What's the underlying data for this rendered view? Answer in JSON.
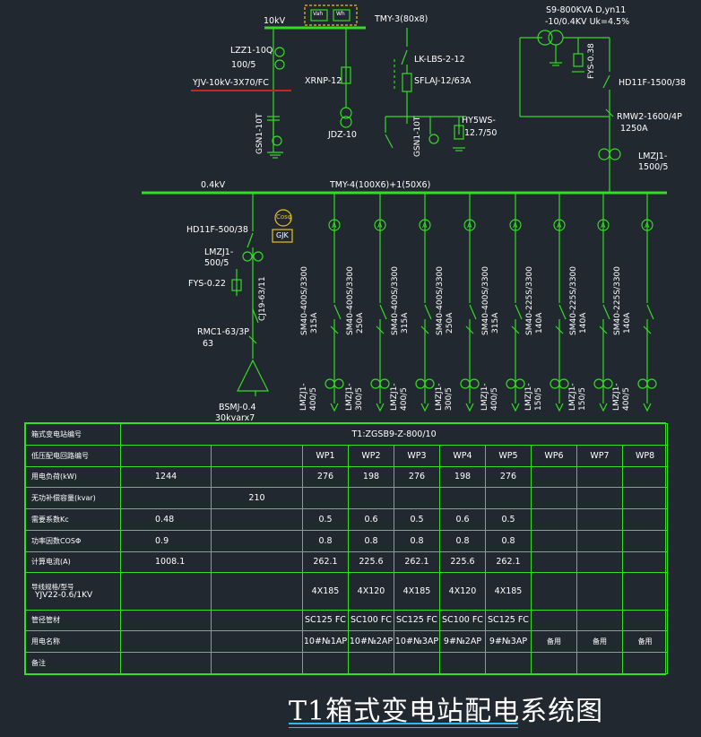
{
  "diagram": {
    "hv_bus": "10kV",
    "hv_bus_bar": "TMY-3(80x8)",
    "cable_in": "YJV-10kV-3X70/FC",
    "ct_in": "LZZ1-10Q",
    "ct_in_ratio": "100/5",
    "fuse_pt": "XRNP-12",
    "pt": "JDZ-10",
    "indicator_l": "GSN1-10T",
    "indicator_r": "GSN1-10T",
    "lbs": "LK-LBS-2-12",
    "hv_fuse": "SFLAJ-12/63A",
    "arrester": "HY5WS-",
    "arrester_rating": "12.7/50",
    "meter_a": "Vah",
    "meter_b": "Wh",
    "transformer": "S9-800KVA D,yn11",
    "transformer_ratio": "-10/0.4KV Uk=4.5%",
    "fys_tr": "FYS-0.38",
    "lv_switch": "HD11F-1500/38",
    "main_breaker": "RMW2-1600/4P",
    "main_breaker_rating": "1250A",
    "main_ct": "LMZJ1-",
    "main_ct_ratio": "1500/5",
    "lv_bus": "0.4kV",
    "lv_bus_bar": "TMY-4(100X6)+1(50X6)",
    "cap_switch": "HD11F-500/38",
    "cap_ct": "LMZJ1-",
    "cap_ct_ratio": "500/5",
    "cap_fys": "FYS-0.22",
    "cap_cj": "CJ19-63/11",
    "cap_rmc": "RMC1-63/3P",
    "cap_rmc_rating": "63",
    "cap_bank": "BSMJ-0.4",
    "cap_bank_rating": "30kvarx7",
    "cosphi": "Cosφ",
    "gjk": "GJK",
    "ammeter": "A",
    "feeder_breakers": [
      {
        "type": "SM40-400S/3300",
        "current": "315A"
      },
      {
        "type": "SM40-400S/3300",
        "current": "250A"
      },
      {
        "type": "SM40-400S/3300",
        "current": "315A"
      },
      {
        "type": "SM40-400S/3300",
        "current": "250A"
      },
      {
        "type": "SM40-400S/3300",
        "current": "315A"
      },
      {
        "type": "SM40-225S/3300",
        "current": "140A"
      },
      {
        "type": "SM40-225S/3300",
        "current": "140A"
      },
      {
        "type": "SM40-225S/3300",
        "current": "140A"
      }
    ],
    "feeder_cts": [
      {
        "type": "LMZJ1-",
        "ratio": "400/5"
      },
      {
        "type": "LMZJ1-",
        "ratio": "300/5"
      },
      {
        "type": "LMZJ1-",
        "ratio": "400/5"
      },
      {
        "type": "LMZJ1-",
        "ratio": "300/5"
      },
      {
        "type": "LMZJ1-",
        "ratio": "400/5"
      },
      {
        "type": "LMZJ1-",
        "ratio": "150/5"
      },
      {
        "type": "LMZJ1-",
        "ratio": "150/5"
      },
      {
        "type": "LMZJ1-",
        "ratio": "400/5"
      }
    ]
  },
  "table": {
    "rows": [
      {
        "label": "箱式变电站编号",
        "cells": [
          "T1:ZGSB9-Z-800/10"
        ]
      },
      {
        "label": "低压配电回路编号",
        "cells": [
          "",
          "",
          "WP1",
          "WP2",
          "WP3",
          "WP4",
          "WP5",
          "WP6",
          "WP7",
          "WP8"
        ]
      },
      {
        "label": "用电负荷(kW)",
        "cells": [
          "1244",
          "",
          "276",
          "198",
          "276",
          "198",
          "276",
          "",
          "",
          ""
        ]
      },
      {
        "label": "无功补偿容量(kvar)",
        "cells": [
          "",
          "210",
          "",
          "",
          "",
          "",
          "",
          "",
          "",
          ""
        ]
      },
      {
        "label": "需要系数Kc",
        "cells": [
          "0.48",
          "",
          "0.5",
          "0.6",
          "0.5",
          "0.6",
          "0.5",
          "",
          "",
          ""
        ]
      },
      {
        "label": "功率因数COSΦ",
        "cells": [
          "0.9",
          "",
          "0.8",
          "0.8",
          "0.8",
          "0.8",
          "0.8",
          "",
          "",
          ""
        ]
      },
      {
        "label": "计算电流(A)",
        "cells": [
          "1008.1",
          "",
          "262.1",
          "225.6",
          "262.1",
          "225.6",
          "262.1",
          "",
          "",
          ""
        ]
      },
      {
        "label": "导线规格/型号",
        "label2": "YJV22-0.6/1KV",
        "cells": [
          "",
          "",
          "4X185",
          "4X120",
          "4X185",
          "4X120",
          "4X185",
          "",
          "",
          ""
        ]
      },
      {
        "label": "管径管材",
        "cells": [
          "",
          "",
          "SC125 FC",
          "SC100 FC",
          "SC125 FC",
          "SC100 FC",
          "SC125 FC",
          "",
          "",
          ""
        ]
      },
      {
        "label": "用电名称",
        "cells": [
          "",
          "",
          "10#№1AP",
          "10#№2AP",
          "10#№3AP",
          "9#№2AP",
          "9#№3AP",
          "备用",
          "备用",
          "备用"
        ]
      },
      {
        "label": "备注",
        "cells": [
          "",
          "",
          "",
          "",
          "",
          "",
          "",
          "",
          "",
          ""
        ]
      }
    ]
  },
  "title": "T1箱式变电站配电系统图",
  "colors": {
    "background": "#212830",
    "wire": "#33dd22",
    "text": "#ffffff",
    "accent_red": "#cc2222",
    "accent_yellow": "#e8c020",
    "underline": "#2fb8e8"
  }
}
